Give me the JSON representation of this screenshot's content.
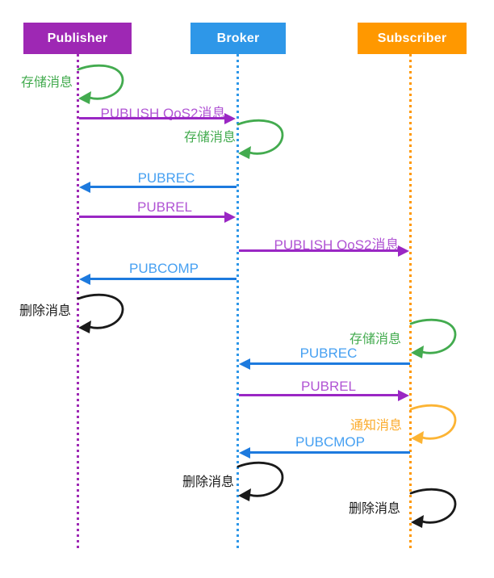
{
  "diagram": {
    "type": "sequence-diagram",
    "topic": "MQTT QoS2 message flow",
    "actors": [
      {
        "name": "Publisher",
        "color": "#9e28b4"
      },
      {
        "name": "Broker",
        "color": "#2e97e8"
      },
      {
        "name": "Subscriber",
        "color": "#ff9800"
      }
    ],
    "messages": [
      {
        "label": "存储消息",
        "type": "self-loop",
        "actor": "Publisher",
        "color": "#43ab4f"
      },
      {
        "label": "PUBLISH QoS2消息",
        "type": "arrow",
        "from": "Publisher",
        "to": "Broker",
        "color": "#9a27c4"
      },
      {
        "label": "存储消息",
        "type": "self-loop",
        "actor": "Broker",
        "color": "#43ab4f"
      },
      {
        "label": "PUBREC",
        "type": "arrow",
        "from": "Broker",
        "to": "Publisher",
        "color": "#1d7ade"
      },
      {
        "label": "PUBREL",
        "type": "arrow",
        "from": "Publisher",
        "to": "Broker",
        "color": "#9a27c4"
      },
      {
        "label": "PUBLISH QoS2消息",
        "type": "arrow",
        "from": "Broker",
        "to": "Subscriber",
        "color": "#9a27c4"
      },
      {
        "label": "PUBCOMP",
        "type": "arrow",
        "from": "Broker",
        "to": "Publisher",
        "color": "#1d7ade"
      },
      {
        "label": "删除消息",
        "type": "self-loop",
        "actor": "Publisher",
        "color": "#1a1a1a"
      },
      {
        "label": "存储消息",
        "type": "self-loop",
        "actor": "Subscriber",
        "color": "#43ab4f"
      },
      {
        "label": "PUBREC",
        "type": "arrow",
        "from": "Subscriber",
        "to": "Broker",
        "color": "#1d7ade"
      },
      {
        "label": "PUBREL",
        "type": "arrow",
        "from": "Broker",
        "to": "Subscriber",
        "color": "#9a27c4"
      },
      {
        "label": "通知消息",
        "type": "self-loop",
        "actor": "Subscriber",
        "color": "#fcb434"
      },
      {
        "label": "PUBCMOP",
        "type": "arrow",
        "from": "Subscriber",
        "to": "Broker",
        "color": "#1d7ade"
      },
      {
        "label": "删除消息",
        "type": "self-loop",
        "actor": "Broker",
        "color": "#1a1a1a"
      },
      {
        "label": "删除消息",
        "type": "self-loop",
        "actor": "Subscriber",
        "color": "#1a1a1a"
      }
    ],
    "palette": {
      "publisher_purple": "#9e28b4",
      "broker_blue": "#2e97e8",
      "subscriber_orange": "#ff9800",
      "green_loop": "#43ab4f",
      "amber_loop": "#fcb434",
      "black_loop": "#1a1a1a",
      "purple_arrow": "#9a27c4",
      "purple_label": "#b054d4",
      "blue_arrow": "#1d7ade",
      "blue_label": "#46a0f2",
      "orange_label": "#fbab2c"
    }
  }
}
